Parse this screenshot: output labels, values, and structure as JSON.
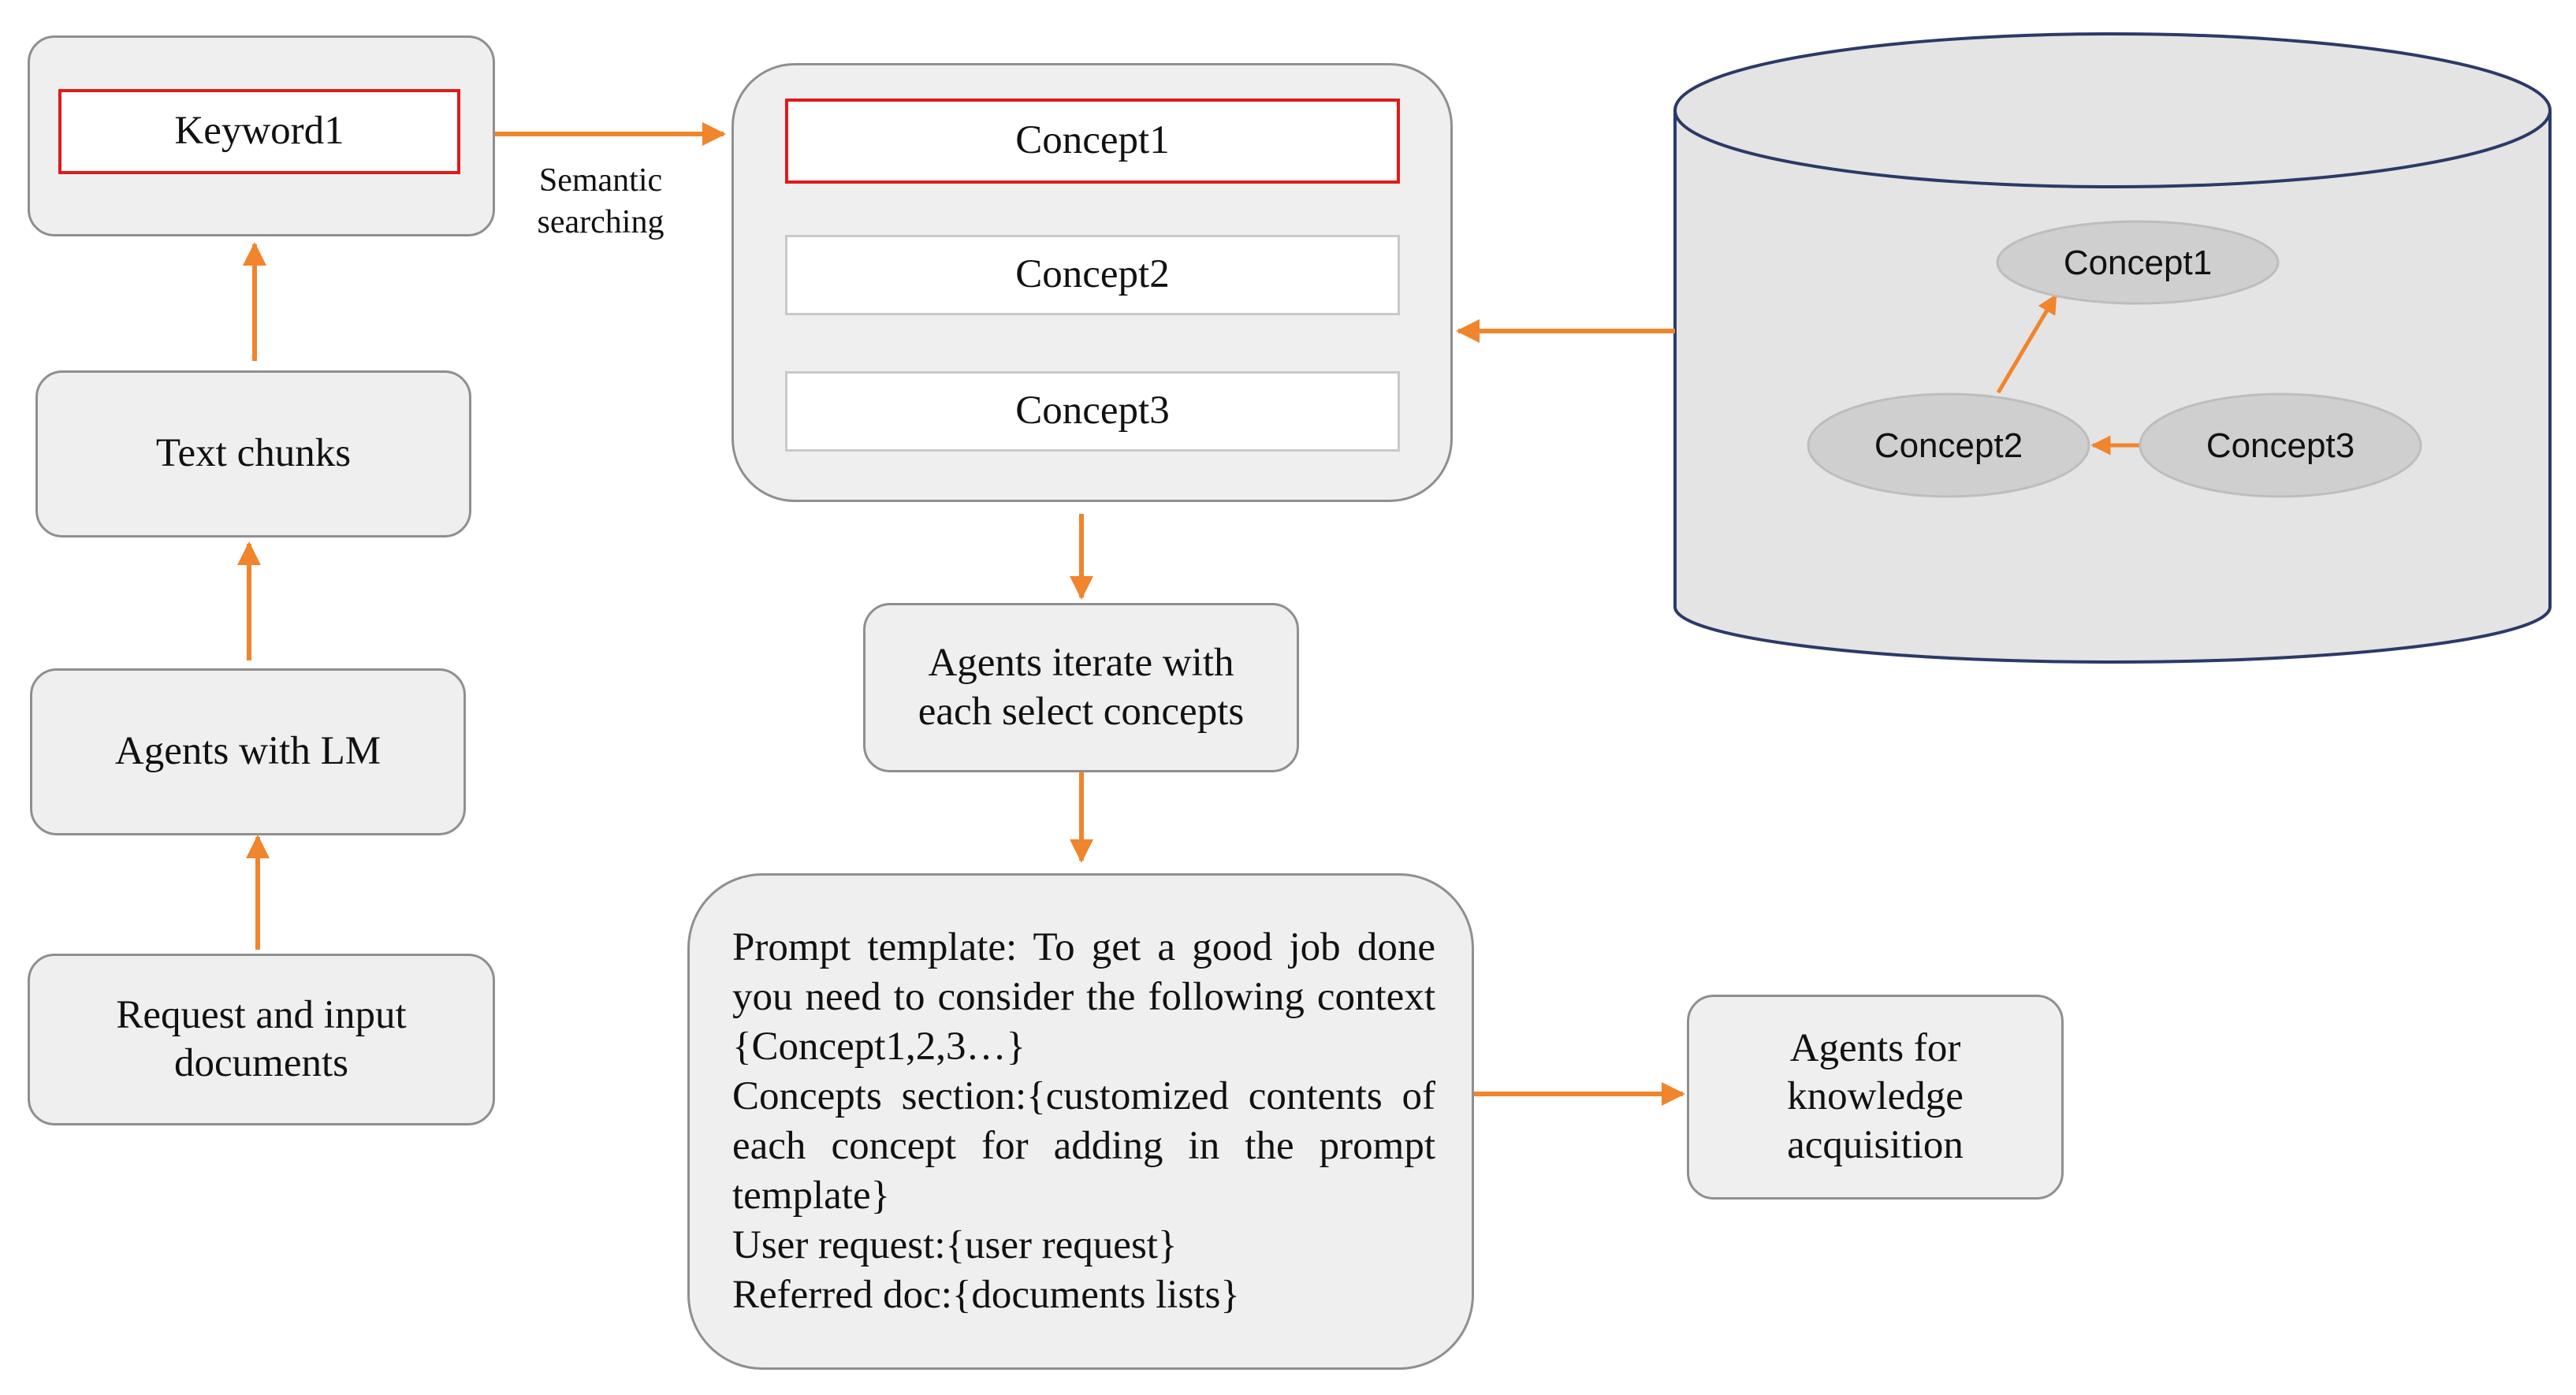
{
  "colors": {
    "arrow": "#f0852d",
    "highlight": "#e01a1a",
    "box_fill": "#efefef",
    "box_border": "#8f8f8f",
    "cylinder_fill": "#e4e4e4",
    "cylinder_border": "#2b3a67",
    "ellipse_fill": "#cfcfcf"
  },
  "keyword_box": {
    "keyword": "Keyword1"
  },
  "semantic_label": {
    "line1": "Semantic",
    "line2": "searching"
  },
  "pipeline": {
    "text_chunks": "Text chunks",
    "agents_lm": "Agents with LM",
    "request_line1": "Request and input",
    "request_line2": "documents"
  },
  "concepts_box": {
    "items": [
      "Concept1",
      "Concept2",
      "Concept3"
    ]
  },
  "database": {
    "nodes": [
      "Concept1",
      "Concept2",
      "Concept3"
    ]
  },
  "iterate_box": {
    "line1": "Agents iterate with",
    "line2": "each select concepts"
  },
  "prompt_box": {
    "lines": [
      "Prompt template: To get a good job done you need to consider the following context {Concept1,2,3…}",
      "Concepts section:{customized contents of each concept for adding in the prompt template}",
      "User request:{user request}",
      "Referred doc:{documents lists}"
    ]
  },
  "knowledge_box": {
    "line1": "Agents for",
    "line2": "knowledge",
    "line3": "acquisition"
  }
}
